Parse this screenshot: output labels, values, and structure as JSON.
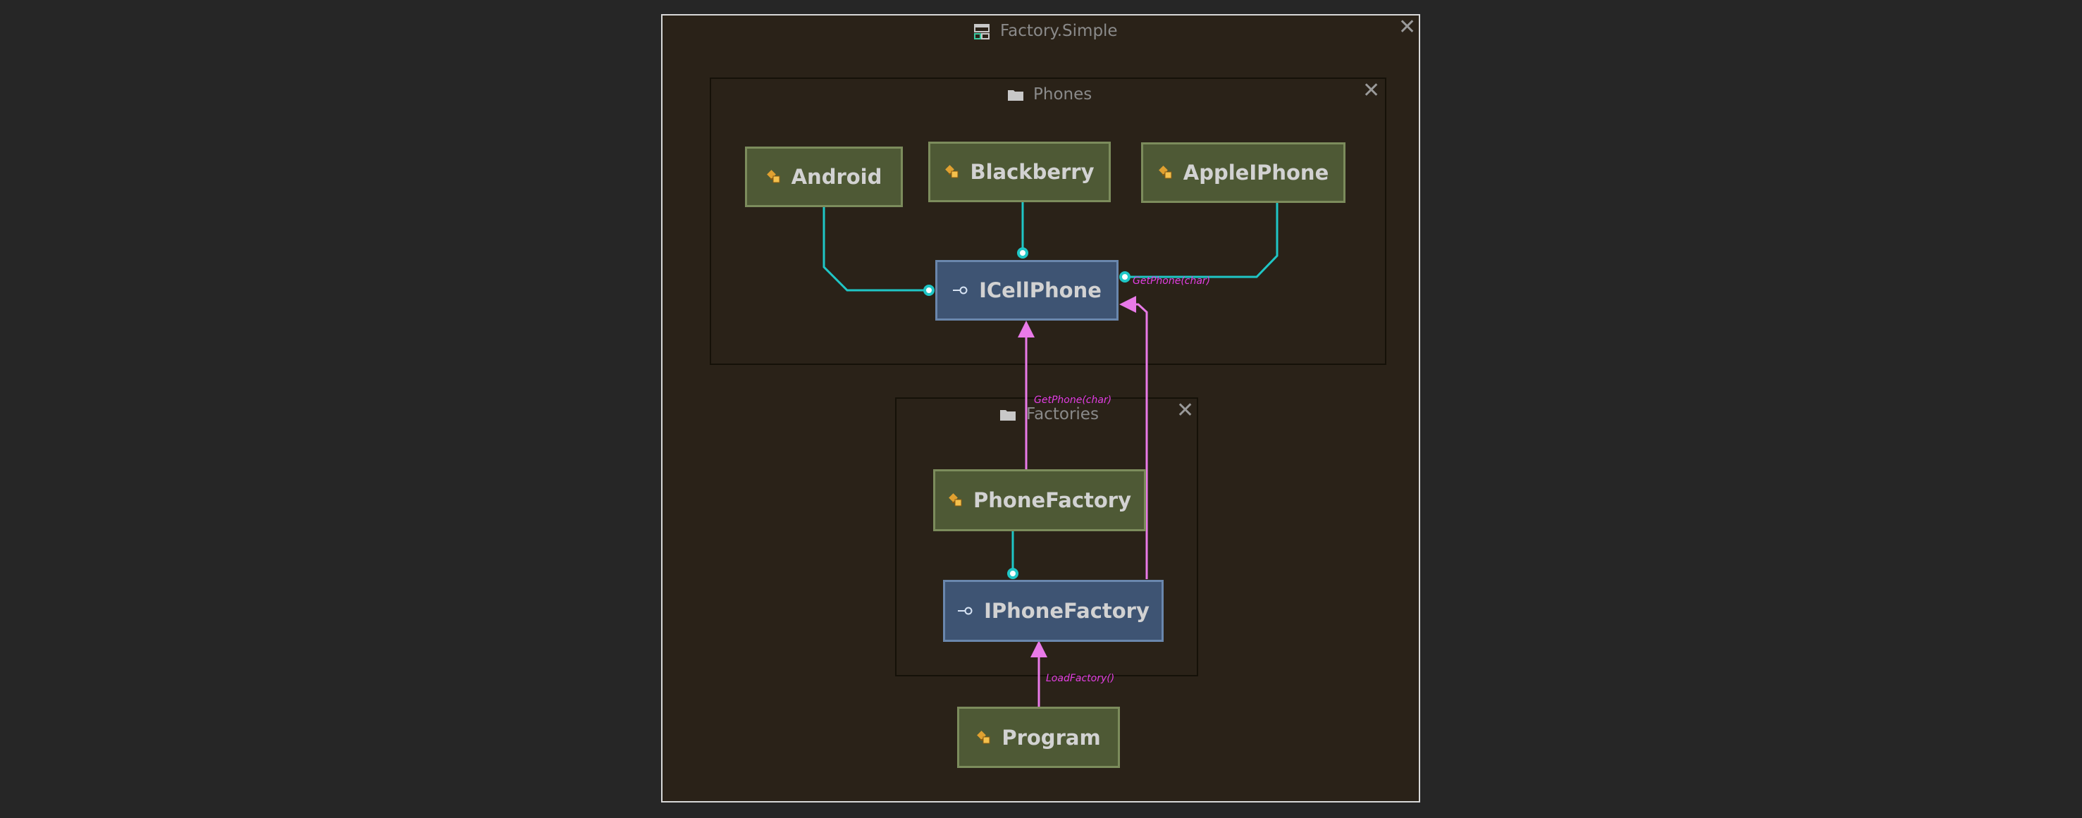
{
  "window": {
    "title": "Factory.Simple",
    "close_glyph": "✕",
    "icon": "diagram-window-icon"
  },
  "groups": {
    "phones": {
      "title": "Phones",
      "close_glyph": "✕",
      "icon": "folder-icon"
    },
    "factories": {
      "title": "Factories",
      "close_glyph": "✕",
      "icon": "folder-icon"
    }
  },
  "nodes": {
    "android": {
      "label": "Android",
      "kind": "class",
      "icon": "class-icon"
    },
    "blackberry": {
      "label": "Blackberry",
      "kind": "class",
      "icon": "class-icon"
    },
    "appleiphone": {
      "label": "AppleIPhone",
      "kind": "class",
      "icon": "class-icon"
    },
    "icellphone": {
      "label": "ICellPhone",
      "kind": "interface",
      "icon": "interface-icon"
    },
    "phonefactory": {
      "label": "PhoneFactory",
      "kind": "class",
      "icon": "class-icon"
    },
    "iphonefactory": {
      "label": "IPhoneFactory",
      "kind": "interface",
      "icon": "interface-icon"
    },
    "program": {
      "label": "Program",
      "kind": "class",
      "icon": "class-icon"
    }
  },
  "edges": {
    "iphonefactory_to_icellphone": {
      "label": "GetPhone(char)",
      "kind": "call"
    },
    "phonefactory_to_icellphone": {
      "label": "GetPhone(char)",
      "kind": "call"
    },
    "program_to_iphonefactory": {
      "label": "LoadFactory()",
      "kind": "call"
    }
  },
  "colors": {
    "background": "#262626",
    "canvas": "#2a2218",
    "class_fill": "#4e5935",
    "interface_fill": "#3e5473",
    "implements_edge": "#1fc6c6",
    "call_edge": "#e97ae9",
    "call_label": "#e33ee3"
  }
}
